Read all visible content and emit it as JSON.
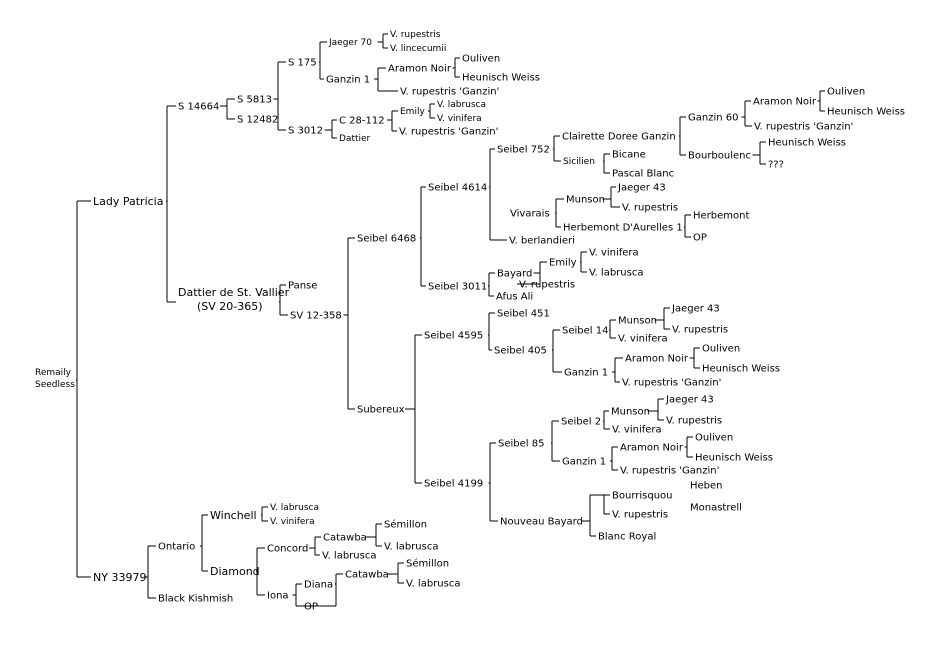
{
  "pedigree": {
    "root": {
      "line1": "Remaily",
      "line2": "Seedless"
    },
    "lady_patricia": "Lady Patricia",
    "ny33979": "NY 33979",
    "s14664": "S 14664",
    "dattier_st_vallier": {
      "line1": "Dattier de St. Vallier",
      "line2": "(SV 20-365)"
    },
    "s5813": "S 5813",
    "s12482": "S 12482",
    "s175": "S 175",
    "s3012": "S 3012",
    "jaeger70": "Jaeger 70",
    "v_rupestris_a": "V. rupestris",
    "v_lincecumii": "V. lincecumii",
    "ganzin1_a": "Ganzin 1",
    "aramon_noir_a": "Aramon Noir",
    "ouliven_a": "Ouliven",
    "heunisch_weiss_a": "Heunisch Weiss",
    "v_rupestris_ganzin_a": "V. rupestris 'Ganzin'",
    "c28_112": "C 28-112",
    "dattier": "Dattier",
    "emily_a": "Emily",
    "v_labrusca_a": "V. labrusca",
    "v_vinifera_a": "V. vinifera",
    "v_rupestris_ganzin_b": "V. rupestris 'Ganzin'",
    "panse": "Panse",
    "sv12_358": "SV 12-358",
    "seibel6468": "Seibel 6468",
    "subereux": "Subereux",
    "seibel4614": "Seibel 4614",
    "seibel3011": "Seibel 3011",
    "seibel752": "Seibel 752",
    "clairette_doree_ganzin": "Clairette Doree Ganzin",
    "ganzin60": "Ganzin 60",
    "aramon_noir_b": "Aramon Noir",
    "ouliven_b": "Ouliven",
    "heunisch_weiss_b": "Heunisch Weiss",
    "v_rupestris_ganzin_c": "V. rupestris 'Ganzin'",
    "bourboulenc": "Bourboulenc",
    "heunisch_weiss_c": "Heunisch Weiss",
    "unknown": "???",
    "sicilien": "Sicilien",
    "bicane": "Bicane",
    "pascal_blanc": "Pascal Blanc",
    "vivarais": "Vivarais",
    "munson_a": "Munson",
    "jaeger43_a": "Jaeger 43",
    "v_rupestris_b": "V. rupestris",
    "herbemont_daurelles": "Herbemont D'Aurelles 1",
    "herbemont": "Herbemont",
    "op_a": "OP",
    "v_berlandieri": "V. berlandieri",
    "bayard": "Bayard",
    "emily_b": "Emily",
    "v_vinifera_b": "V. vinifera",
    "v_labrusca_b": "V. labrusca",
    "v_rupestris_c": "V. rupestris",
    "afus_ali": "Afus Ali",
    "seibel4595": "Seibel 4595",
    "seibel4199": "Seibel 4199",
    "seibel451": "Seibel 451",
    "seibel405": "Seibel 405",
    "seibel14": "Seibel 14",
    "munson_b": "Munson",
    "jaeger43_b": "Jaeger 43",
    "v_rupestris_d": "V. rupestris",
    "v_vinifera_c": "V. vinifera",
    "ganzin1_b": "Ganzin 1",
    "aramon_noir_c": "Aramon Noir",
    "ouliven_c": "Ouliven",
    "heunisch_weiss_d": "Heunisch Weiss",
    "v_rupestris_ganzin_d": "V. rupestris 'Ganzin'",
    "seibel85": "Seibel 85",
    "seibel2": "Seibel 2",
    "munson_c": "Munson",
    "jaeger43_c": "Jaeger 43",
    "v_rupestris_e": "V. rupestris",
    "v_vinifera_d": "V. vinifera",
    "ganzin1_c": "Ganzin 1",
    "aramon_noir_d": "Aramon Noir",
    "ouliven_d": "Ouliven",
    "heunisch_weiss_e": "Heunisch Weiss",
    "v_rupestris_ganzin_e": "V. rupestris 'Ganzin'",
    "nouveau_bayard": "Nouveau Bayard",
    "bourrisquou": "Bourrisquou",
    "heben": "Heben",
    "monastrell": "Monastrell",
    "v_rupestris_f": "V. rupestris",
    "blanc_royal": "Blanc Royal",
    "ontario": "Ontario",
    "black_kishmish": "Black Kishmish",
    "winchell": "Winchell",
    "v_labrusca_c": "V. labrusca",
    "v_vinifera_e": "V. vinifera",
    "diamond": "Diamond",
    "concord": "Concord",
    "catawba_a": "Catawba",
    "semillon_a": "Sémillon",
    "v_labrusca_d": "V. labrusca",
    "v_labrusca_e": "V. labrusca",
    "iona": "Iona",
    "diana": "Diana",
    "catawba_b": "Catawba",
    "semillon_b": "Sémillon",
    "v_labrusca_f": "V. labrusca",
    "op_b": "OP"
  }
}
